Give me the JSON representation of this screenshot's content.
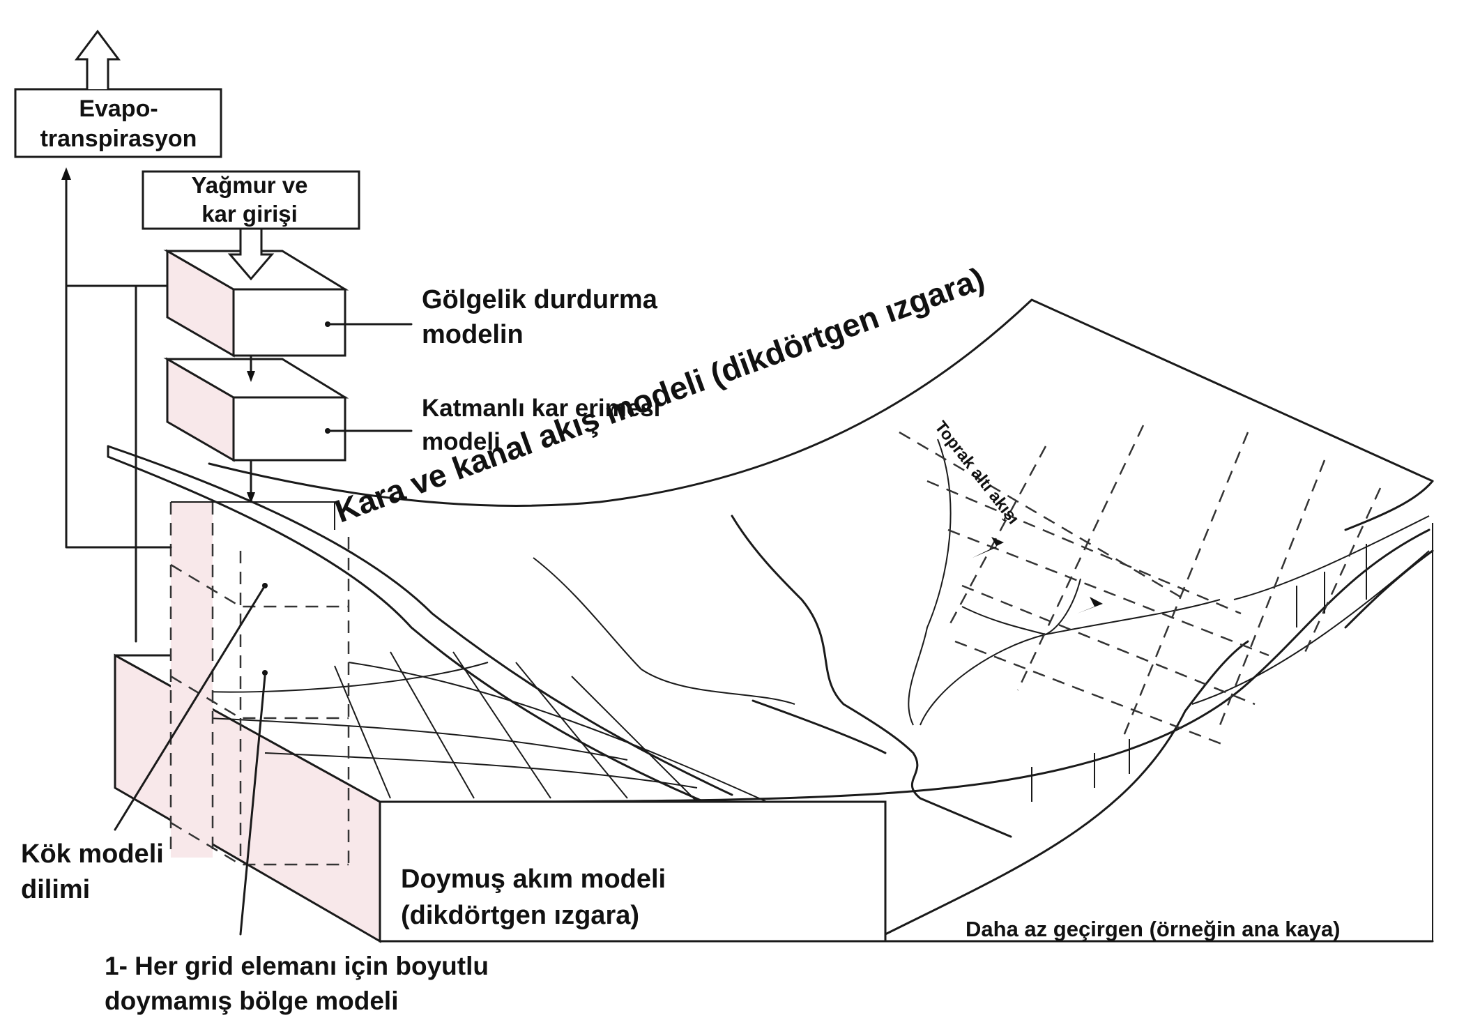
{
  "labels": {
    "evapo_line1": "Evapo-",
    "evapo_line2": "transpirasyon",
    "rain_line1": "Yağmur ve",
    "rain_line2": "kar girişi",
    "canopy_line1": "Gölgelik durdurma",
    "canopy_line2": "modelin",
    "snow_line1": "Katmanlı kar erimesi",
    "snow_line2": "modeli",
    "land_channel": "Kara ve kanal akış modeli (dikdörtgen ızgara)",
    "subsurface": "Toprak altı akışı",
    "root_line1": "Kök modeli",
    "root_line2": "dilimi",
    "saturated_line1": "Doymuş akım modeli",
    "saturated_line2": "(dikdörtgen ızgara)",
    "bedrock": "Daha az geçirgen (örneğin ana kaya)",
    "unsat_line1": "1- Her grid elemanı için boyutlu",
    "unsat_line2": "doymamış bölge modeli"
  }
}
